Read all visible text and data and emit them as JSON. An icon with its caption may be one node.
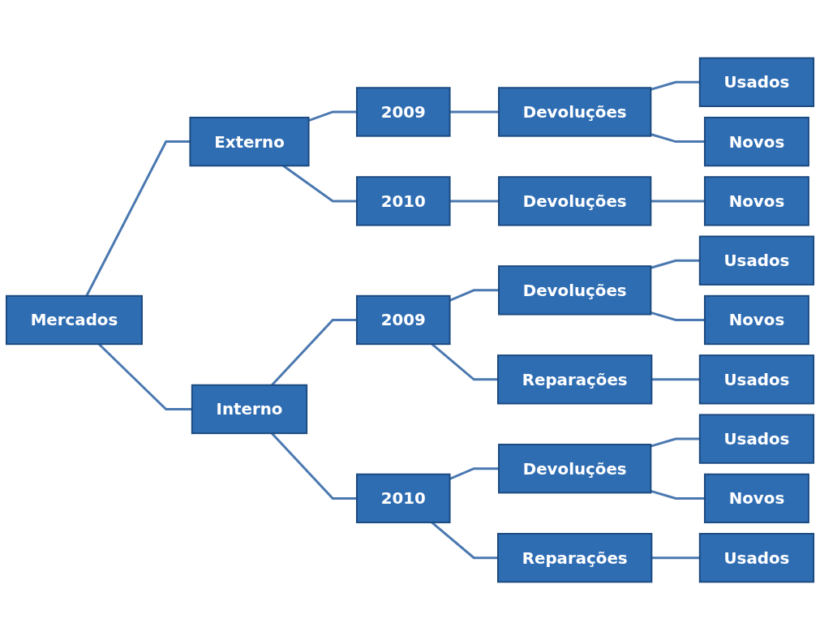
{
  "diagram": {
    "nodes": [
      {
        "text": [
          "Mercados"
        ]
      },
      {
        "text": [
          "Externo"
        ]
      },
      {
        "text": [
          "2009"
        ]
      },
      {
        "text": [
          "Devoluções"
        ]
      },
      {
        "text": [
          "Usados"
        ]
      },
      {
        "text": [
          "Novos"
        ]
      },
      {
        "text": [
          "2010"
        ]
      },
      {
        "text": [
          "Devoluções"
        ]
      },
      {
        "text": [
          "Novos"
        ]
      },
      {
        "text": [
          "Interno"
        ]
      },
      {
        "text": [
          "2009"
        ]
      },
      {
        "text": [
          "Devoluções"
        ]
      },
      {
        "text": [
          "Usados"
        ]
      },
      {
        "text": [
          "Novos"
        ]
      },
      {
        "text": [
          "Reparações"
        ]
      },
      {
        "text": [
          "Usados"
        ]
      },
      {
        "text": [
          "2010"
        ]
      },
      {
        "text": [
          "Devoluções"
        ]
      },
      {
        "text": [
          "Usados"
        ]
      },
      {
        "text": [
          "Novos"
        ]
      },
      {
        "text": [
          "Reparações"
        ]
      },
      {
        "text": [
          "Usados"
        ]
      }
    ],
    "edges": [
      {
        "from": 0,
        "to": 1,
        "arrow": "none"
      },
      {
        "from": 1,
        "to": 2,
        "arrow": "none"
      },
      {
        "from": 2,
        "to": 3,
        "arrow": "none"
      },
      {
        "from": 3,
        "to": 4,
        "arrow": "none"
      },
      {
        "from": 3,
        "to": 5,
        "arrow": "none"
      },
      {
        "from": 1,
        "to": 6,
        "arrow": "none"
      },
      {
        "from": 6,
        "to": 7,
        "arrow": "none"
      },
      {
        "from": 7,
        "to": 8,
        "arrow": "none"
      },
      {
        "from": 0,
        "to": 9,
        "arrow": "none"
      },
      {
        "from": 9,
        "to": 10,
        "arrow": "none"
      },
      {
        "from": 10,
        "to": 11,
        "arrow": "none"
      },
      {
        "from": 11,
        "to": 12,
        "arrow": "none"
      },
      {
        "from": 11,
        "to": 13,
        "arrow": "none"
      },
      {
        "from": 10,
        "to": 14,
        "arrow": "none"
      },
      {
        "from": 14,
        "to": 15,
        "arrow": "none"
      },
      {
        "from": 9,
        "to": 16,
        "arrow": "none"
      },
      {
        "from": 16,
        "to": 17,
        "arrow": "none"
      },
      {
        "from": 17,
        "to": 18,
        "arrow": "none"
      },
      {
        "from": 17,
        "to": 19,
        "arrow": "none"
      },
      {
        "from": 16,
        "to": 20,
        "arrow": "none"
      },
      {
        "from": 20,
        "to": 21,
        "arrow": "none"
      }
    ]
  }
}
